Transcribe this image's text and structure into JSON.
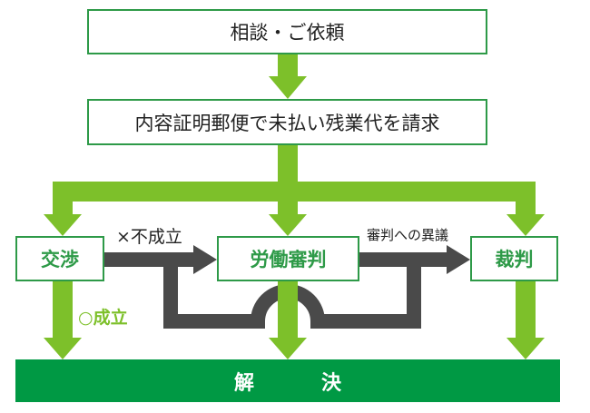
{
  "nodes": {
    "consultation": "相談・ご依頼",
    "demand": "内容証明郵便で未払い残業代を請求",
    "negotiation": "交渉",
    "labor_tribunal": "労働審判",
    "lawsuit": "裁判",
    "resolution": "解　決"
  },
  "edge_labels": {
    "not_settled": "×不成立",
    "objection": "審判への異議",
    "settled": "○成立"
  },
  "colors": {
    "green_box_border": "#2e9a48",
    "light_green_arrow": "#7dc02a",
    "gray_arrow": "#4a4a4a",
    "resolution_bar": "#009944"
  }
}
